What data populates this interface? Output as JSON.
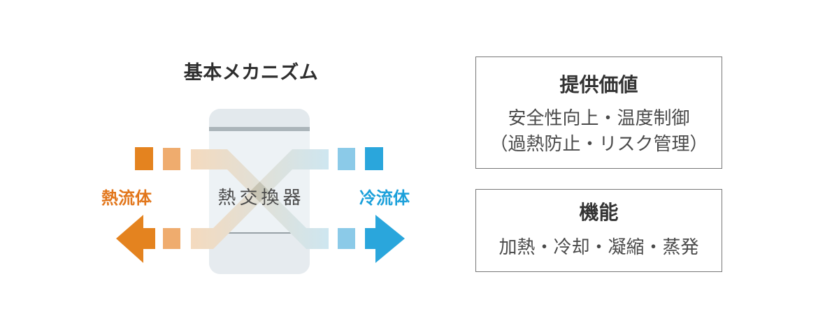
{
  "title": "基本メカニズム",
  "diagram": {
    "hot_label": "熱流体",
    "exchanger_label": "熱交換器",
    "cold_label": "冷流体",
    "hot_flow_direction": "left",
    "cold_flow_direction": "right"
  },
  "info_boxes": [
    {
      "title": "提供価値",
      "lines": [
        "安全性向上・温度制御",
        "（過熱防止・リスク管理）"
      ]
    },
    {
      "title": "機能",
      "lines": [
        "加熱・冷却・凝縮・蒸発"
      ]
    }
  ],
  "colors": {
    "orange": "#E4831F",
    "orange_light": "#EFAC6E",
    "orange_band": "#F4DABE",
    "orange_text": "#E2761B",
    "blue": "#2AA6DC",
    "blue_light": "#8BCAE8",
    "blue_band": "#CEE6F0",
    "blue_text": "#1BA0DA",
    "exchanger_fill": "#EDF2F5",
    "exchanger_zone": "#E3E9ED",
    "exchanger_bar": "#ABB5BA",
    "exchanger_seam": "#97A1A6"
  }
}
